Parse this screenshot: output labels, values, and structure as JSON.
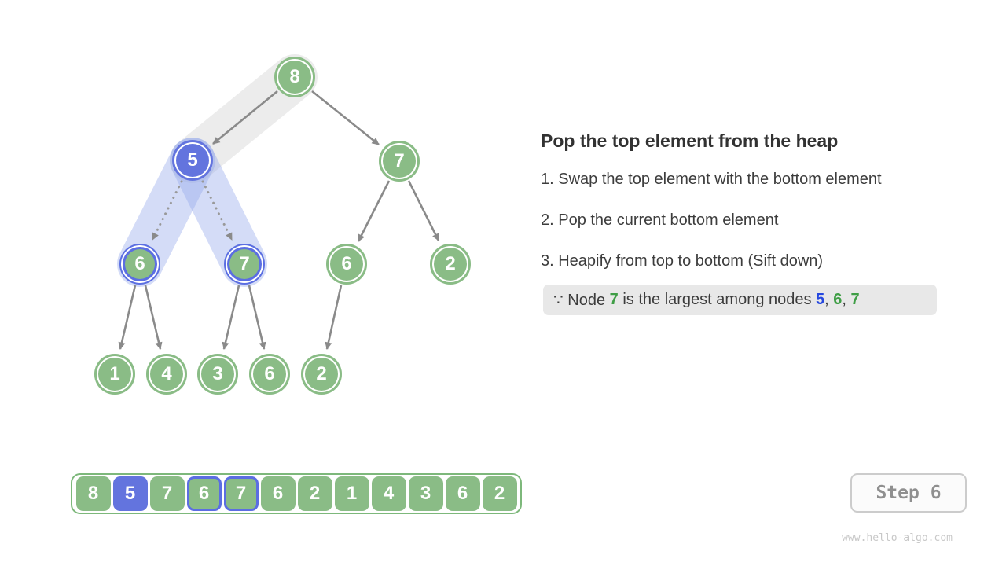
{
  "diagram": {
    "tree": {
      "nodes": [
        {
          "value": "8",
          "state": "normal"
        },
        {
          "value": "5",
          "state": "swapped-blue"
        },
        {
          "value": "7",
          "state": "normal"
        },
        {
          "value": "6",
          "state": "compared-blue-ring"
        },
        {
          "value": "7",
          "state": "compared-blue-ring"
        },
        {
          "value": "6",
          "state": "normal"
        },
        {
          "value": "2",
          "state": "normal"
        },
        {
          "value": "1",
          "state": "normal"
        },
        {
          "value": "4",
          "state": "normal"
        },
        {
          "value": "3",
          "state": "normal"
        },
        {
          "value": "6",
          "state": "normal"
        },
        {
          "value": "2",
          "state": "normal"
        }
      ]
    }
  },
  "panel": {
    "title": "Pop the top element from the heap",
    "steps": [
      "1. Swap the top element with the bottom element",
      "2. Pop the current bottom element",
      "3. Heapify from top to bottom (Sift down)"
    ],
    "note": {
      "segments": [
        {
          "text": "∵ Node "
        },
        {
          "text": "7",
          "color": "green"
        },
        {
          "text": " is the largest among nodes "
        },
        {
          "text": "5",
          "color": "blue"
        },
        {
          "text": ", "
        },
        {
          "text": "6",
          "color": "green"
        },
        {
          "text": ", "
        },
        {
          "text": "7",
          "color": "green"
        }
      ]
    }
  },
  "array": {
    "cells": [
      {
        "value": "8",
        "state": "normal"
      },
      {
        "value": "5",
        "state": "swapped-blue"
      },
      {
        "value": "7",
        "state": "normal"
      },
      {
        "value": "6",
        "state": "compared-blue-ring"
      },
      {
        "value": "7",
        "state": "compared-blue-ring"
      },
      {
        "value": "6",
        "state": "normal"
      },
      {
        "value": "2",
        "state": "normal"
      },
      {
        "value": "1",
        "state": "normal"
      },
      {
        "value": "4",
        "state": "normal"
      },
      {
        "value": "3",
        "state": "normal"
      },
      {
        "value": "6",
        "state": "normal"
      },
      {
        "value": "2",
        "state": "normal"
      }
    ]
  },
  "footer": {
    "step_button_label": "Step 6",
    "watermark": "www.hello-algo.com"
  },
  "colors": {
    "node_green": "#8abc86",
    "node_blue": "#6374de",
    "highlight_ring_blue": "#5b6ee2",
    "band_blue": "#93a7eb",
    "band_gray": "#dedede",
    "edge_gray": "#8a8a8a",
    "note_bg": "#e8e8e8",
    "note_text_green": "#3f9e46",
    "note_text_blue": "#2547df"
  }
}
